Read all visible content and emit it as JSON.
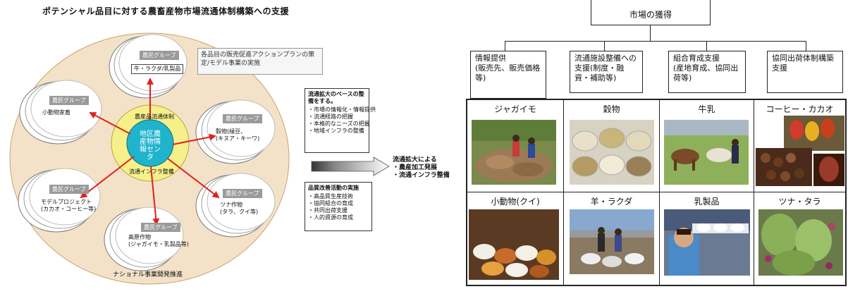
{
  "left": {
    "title": "ポテンシャル品目に対する農畜産物市場流通体制構築への支援",
    "center": {
      "outer": "農産品流通体制",
      "inner": "地区農\n産物情\n報センタ",
      "bottom": "流通インフラ整備"
    },
    "groups": [
      {
        "label": "農民グループ",
        "content": "牛・ラクダ/乳製品"
      },
      {
        "label": "農民グループ",
        "content": "小動物家畜"
      },
      {
        "label": "農民グループ",
        "content": "穀物(緑豆、\n(キヌア・キーワ)"
      },
      {
        "label": "農民グループ",
        "content": "モデルプロジェクト\n(カカオ・コーヒー等)"
      },
      {
        "label": "農民グループ",
        "content": "ツナ作物\n(タラ、クイ等)"
      },
      {
        "label": "農民グループ",
        "content": "高原作物\n(ジャガイモ・乳製品等)"
      }
    ],
    "support_box": "各品目の販売促進アクションプランの策定/モデル事業の実施",
    "right_box": {
      "head": "流通拡大のベースの整備をする。",
      "lines": [
        "・市場の情報化・情報提供",
        "・流通経路の把握",
        "・本格的なニーズの把握",
        "・地域インフラの整備"
      ]
    },
    "arrow_text": "流通拡大による\n・農産加工発展\n・流通インフラ整備",
    "bottom_box": {
      "head": "品質改善活動の実施",
      "lines": [
        "・高品質生産技術",
        "・協同組合の育成",
        "・共同出荷支援",
        "・人的資源の育成"
      ]
    },
    "footer": "ナショナル事業開発推進"
  },
  "right": {
    "top_box": "市場の獲得",
    "boxes": [
      "情報提供\n(販売先、販売価格等)",
      "流通施設整備への支援(制度・融資・補助等)",
      "組合育成支援\n(産地育成、協同出荷等)",
      "協同出荷体制構築支援"
    ],
    "cells": [
      "ジャガイモ",
      "穀物",
      "牛乳",
      "コーヒー・カカオ",
      "小動物(クイ)",
      "羊・ラクダ",
      "乳製品",
      "ツナ・タラ"
    ]
  },
  "colors": {
    "outer_circle": "#f4e2c8",
    "middle_ring": "#f6f08a",
    "inner_circle": "#1fb4cc",
    "arrow": "#e0211b"
  }
}
